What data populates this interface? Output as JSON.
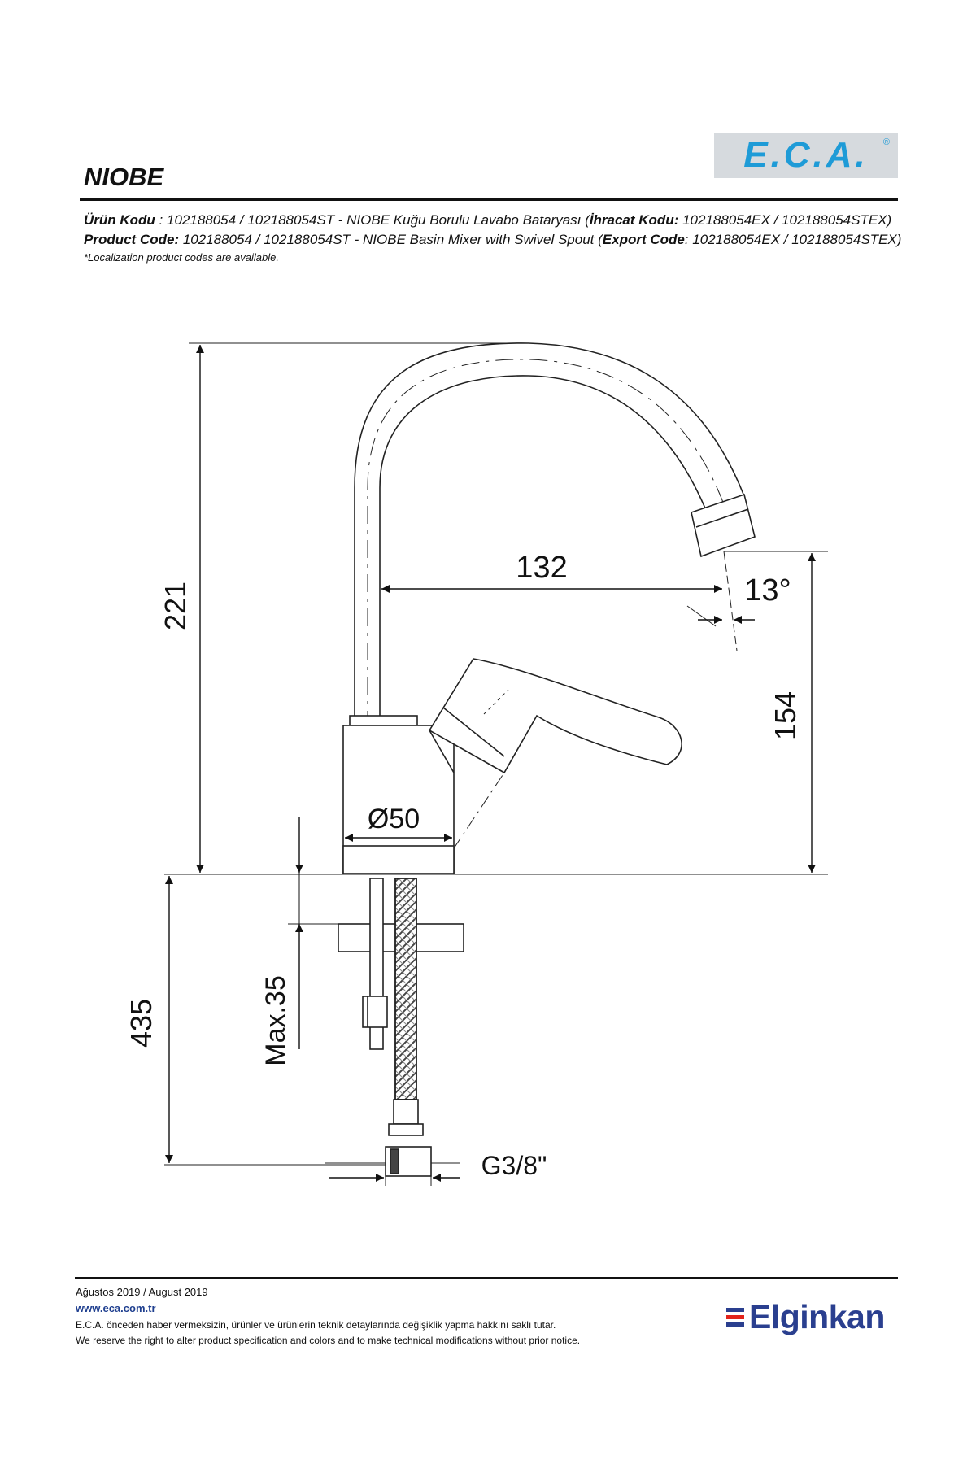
{
  "header": {
    "brand_logo": "E.C.A.",
    "product_name": "NIOBE"
  },
  "codes": {
    "tr_label": "Ürün Kodu",
    "tr_text_pre": "   : 102188054 / 102188054ST - NIOBE Kuğu Borulu Lavabo Bataryası (",
    "tr_export_label": "İhracat Kodu:",
    "tr_text_post": " 102188054EX / 102188054STEX)",
    "en_label": "Product Code:",
    "en_text_pre": " 102188054 / 102188054ST - NIOBE Basin Mixer with Swivel Spout (",
    "en_export_label": "Export Code",
    "en_text_post": ": 102188054EX / 102188054STEX)",
    "note": "*Localization product codes are available."
  },
  "dimensions": {
    "height_total": "221",
    "spout_reach": "132",
    "spout_angle": "13°",
    "spout_height": "154",
    "body_diameter": "Ø50",
    "below_counter": "435",
    "max_thickness": "Max.35",
    "connection": "G3/8\""
  },
  "footer": {
    "date": "Ağustos 2019 / August 2019",
    "website": "www.eca.com.tr",
    "disclaimer_tr": "E.C.A. önceden haber vermeksizin, ürünler ve ürünlerin teknik detaylarında değişiklik yapma hakkını saklı tutar.",
    "disclaimer_en": "We reserve the right to alter product specification and colors and to make technical modifications without prior notice.",
    "partner_logo": "Elginkan"
  },
  "colors": {
    "eca_blue": "#1e9bd7",
    "elginkan_blue": "#2a3f8f",
    "elginkan_red": "#e2231a"
  }
}
